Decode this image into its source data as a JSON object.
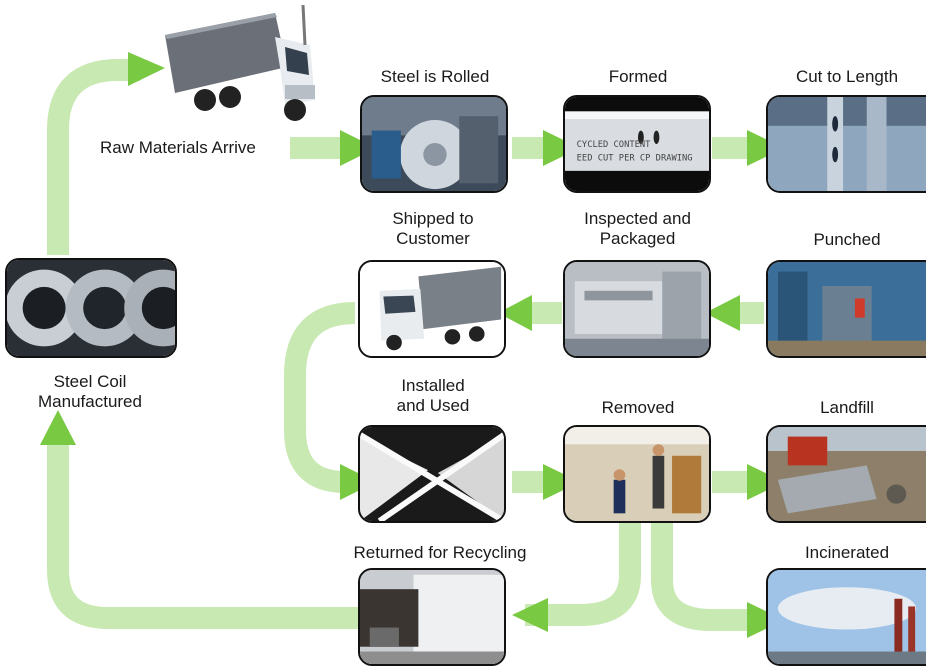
{
  "colors": {
    "flow": "#b9e2a0",
    "arrow": "#7ac943",
    "border": "#111111"
  },
  "labels": {
    "raw": "Raw Materials Arrive",
    "rolled": "Steel is Rolled",
    "formed": "Formed",
    "cut": "Cut to Length",
    "shipped": "Shipped to\nCustomer",
    "inspected": "Inspected and\nPackaged",
    "punched": "Punched",
    "coil": "Steel Coil\nManufactured",
    "installed": "Installed\nand Used",
    "removed": "Removed",
    "landfill": "Landfill",
    "recycling": "Returned for Recycling",
    "incinerated": "Incinerated"
  },
  "photo_text": {
    "formed_stamp_1": "CYCLED CONTENT",
    "formed_stamp_2": "EED CUT PER CP DRAWING"
  },
  "icons": {
    "raw": "truck-photo",
    "rolled": "rolling-mill-photo",
    "formed": "formed-rail-photo",
    "cut": "cut-rail-photo",
    "shipped": "truck-photo",
    "inspected": "packaging-machine-photo",
    "punched": "punch-press-photo",
    "coil": "steel-coil-photo",
    "installed": "ceiling-grid-photo",
    "removed": "workers-removing-ceiling-photo",
    "landfill": "landfill-bulldozer-photo",
    "recycling": "recycling-trailer-photo",
    "incinerated": "smokestacks-photo"
  }
}
